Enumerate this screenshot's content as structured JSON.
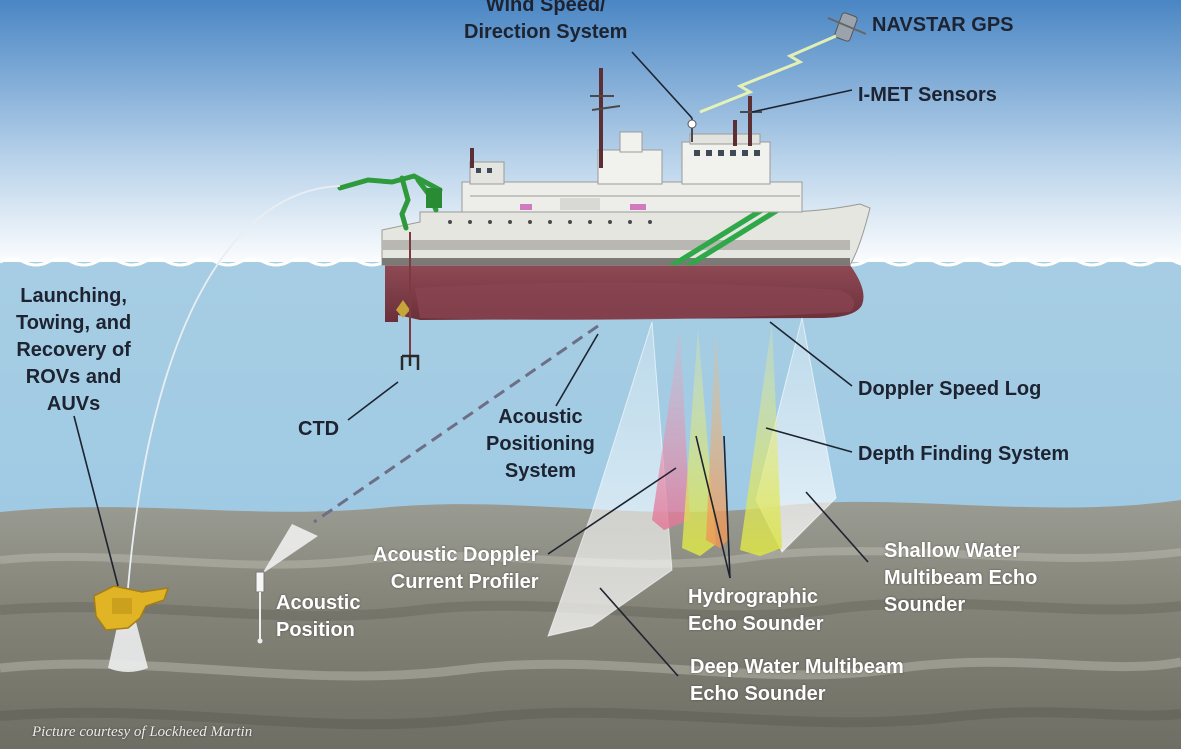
{
  "labels": {
    "wind_speed": [
      "Wind Speed/",
      "Direction System"
    ],
    "navstar_gps": "NAVSTAR GPS",
    "imet_sensors": "I-MET Sensors",
    "launching": [
      "Launching,",
      "Towing, and",
      "Recovery of",
      "ROVs and",
      "AUVs"
    ],
    "ctd": "CTD",
    "acoustic_positioning": [
      "Acoustic",
      "Positioning",
      "System"
    ],
    "doppler_speed_log": "Doppler Speed Log",
    "depth_finding": "Depth Finding System",
    "adcp": [
      "Acoustic Doppler",
      "Current Profiler"
    ],
    "acoustic_position": [
      "Acoustic",
      "Position"
    ],
    "hydrographic": [
      "Hydrographic",
      "Echo Sounder"
    ],
    "shallow_water": [
      "Shallow Water",
      "Multibeam Echo",
      "Sounder"
    ],
    "deep_water": [
      "Deep Water Multibeam",
      "Echo Sounder"
    ]
  },
  "credit": "Picture courtesy of Lockheed Martin",
  "colors": {
    "sky_top": "#4a86c4",
    "water": "#a9cfe4",
    "seafloor": "#8d8b80",
    "hull_red": "#7e3b46",
    "crane_green": "#2f9a3c",
    "beam_yellow": "#e6ea63",
    "beam_orange": "#f0a060",
    "beam_pink": "#e889a8",
    "label_dark": "#1d2330"
  }
}
